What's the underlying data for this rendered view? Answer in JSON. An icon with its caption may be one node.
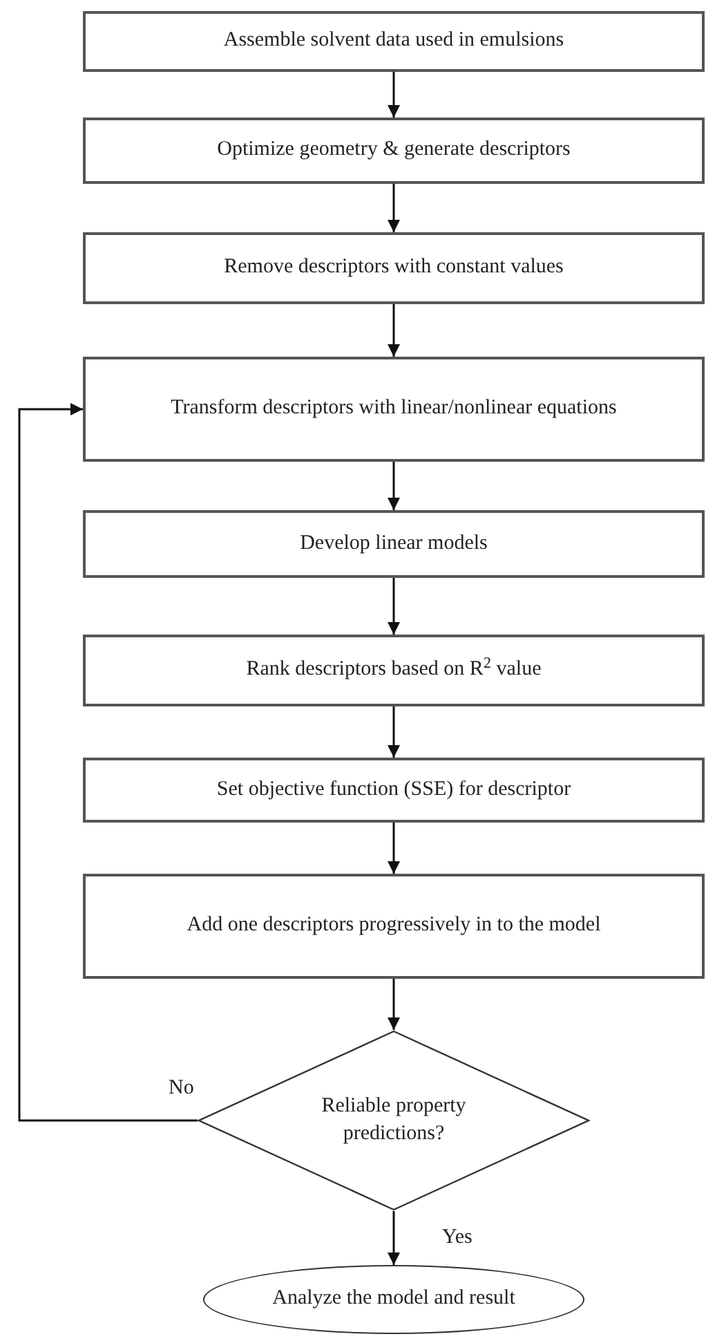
{
  "diagram": {
    "nodes": [
      {
        "text": [
          "Assemble solvent data used in emulsions"
        ]
      },
      {
        "text": [
          "Optimize geometry & generate descriptors"
        ]
      },
      {
        "text": [
          "Remove descriptors with constant values"
        ]
      },
      {
        "text": [
          "Transform descriptors with linear/nonlinear equations"
        ]
      },
      {
        "text": [
          "Develop linear models"
        ]
      },
      {
        "text": [
          "Rank descriptors based on R$^{2}$ value"
        ]
      },
      {
        "text": [
          "Set objective function (SSE) for descriptor"
        ]
      },
      {
        "text": [
          "Add one descriptors progressively in to the model"
        ]
      },
      {
        "text": [
          "Reliable property predictions?"
        ]
      },
      {
        "text": [
          "Analyze the model and result"
        ]
      }
    ],
    "edges": [
      {
        "from": 0,
        "to": 1,
        "arrow": "to"
      },
      {
        "from": 1,
        "to": 2,
        "arrow": "to"
      },
      {
        "from": 2,
        "to": 3,
        "arrow": "to"
      },
      {
        "from": 3,
        "to": 4,
        "arrow": "to"
      },
      {
        "from": 4,
        "to": 5,
        "arrow": "to"
      },
      {
        "from": 5,
        "to": 6,
        "arrow": "to"
      },
      {
        "from": 6,
        "to": 7,
        "arrow": "to"
      },
      {
        "from": 7,
        "to": 8,
        "arrow": "to"
      },
      {
        "from": 8,
        "to": 9,
        "arrow": "to",
        "label": "Yes"
      },
      {
        "from": 8,
        "to": 3,
        "arrow": "to",
        "label": "No"
      }
    ]
  }
}
